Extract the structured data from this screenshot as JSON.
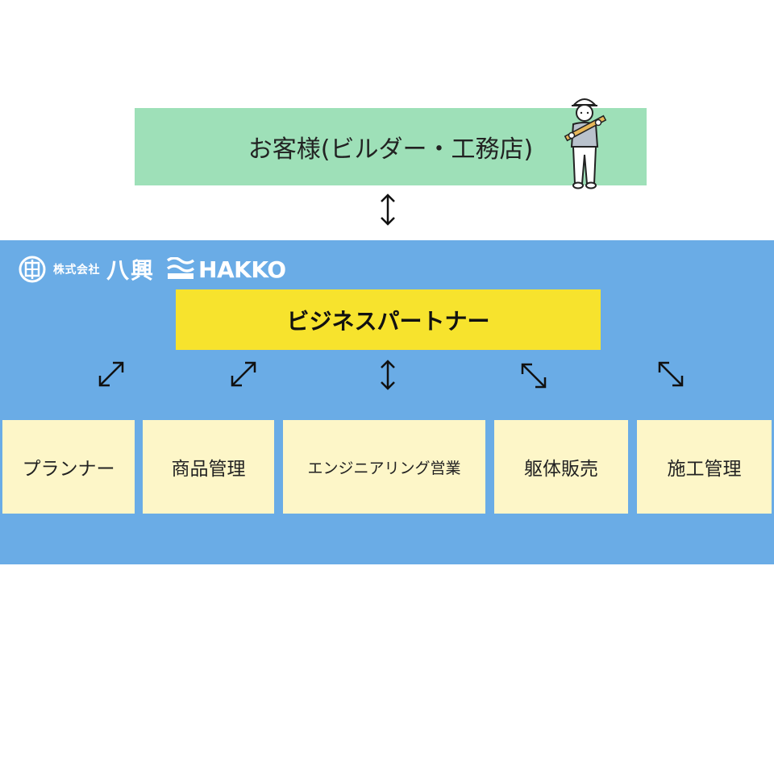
{
  "customer": {
    "label": "お客様(ビルダー・工務店)"
  },
  "company": {
    "logo_kabushiki": "株式会社",
    "logo_name_jp": "八興",
    "logo_name_en": "HAKKO"
  },
  "partner": {
    "label": "ビジネスパートナー"
  },
  "departments": [
    {
      "label": "プランナー"
    },
    {
      "label": "商品管理"
    },
    {
      "label": "エンジニアリング営業"
    },
    {
      "label": "躯体販売"
    },
    {
      "label": "施工管理"
    }
  ],
  "colors": {
    "customer_bg": "#9ee0b8",
    "panel_bg": "#6aace6",
    "partner_bg": "#f7e32d",
    "dept_bg": "#fdf6c8"
  }
}
